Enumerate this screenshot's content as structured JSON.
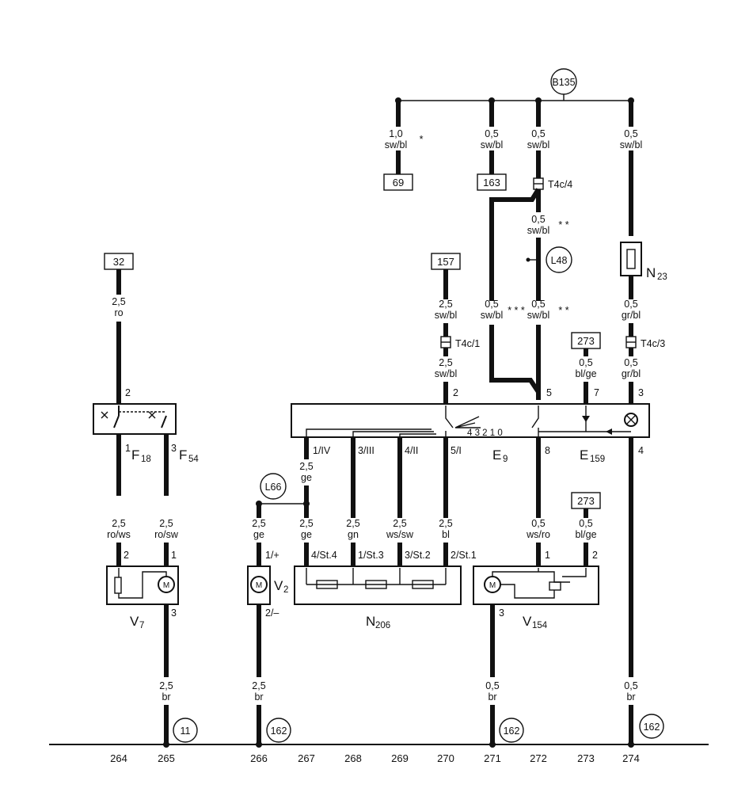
{
  "top_ground": "B135",
  "refs": {
    "r69": "69",
    "r163": "163",
    "r32": "32",
    "r157": "157",
    "r273a": "273",
    "r273b": "273"
  },
  "wires": {
    "w500a": "1,0",
    "w500b": "sw/bl",
    "w500star": "*",
    "w620a": "0,5",
    "w620b": "sw/bl",
    "w680a": "0,5",
    "w680b": "sw/bl",
    "w797a": "0,5",
    "w797b": "sw/bl",
    "wmida": "0,5",
    "wmidb": "sw/bl",
    "wmidstar": "* *",
    "wl1a": "0,5",
    "wl1b": "sw/bl",
    "wl1star": "* * *",
    "wr1a": "0,5",
    "wr1b": "sw/bl",
    "wr1star": "* *",
    "w150a": "2,5",
    "w150b": "ro",
    "w563a": "2,5",
    "w563b": "sw/bl",
    "w563ca": "2,5",
    "w563cb": "sw/bl",
    "w740a": "0,5",
    "w740b": "bl/ge",
    "w800a": "0,5",
    "w800b": "gr/bl",
    "w800ca": "0,5",
    "w800cb": "gr/bl",
    "w387a": "2,5",
    "w387b": "ge",
    "lo150a": "2,5",
    "lo150b": "ro/ws",
    "lo210a": "2,5",
    "lo210b": "ro/sw",
    "lo327a": "2,5",
    "lo327b": "ge",
    "lo387a": "2,5",
    "lo387b": "ge",
    "lo446a": "2,5",
    "lo446b": "gn",
    "lo505a": "2,5",
    "lo505b": "ws/sw",
    "lo563a": "2,5",
    "lo563b": "bl",
    "lo680a": "0,5",
    "lo680b": "ws/ro",
    "lo740a": "0,5",
    "lo740b": "bl/ge",
    "gr210a": "2,5",
    "gr210b": "br",
    "gr327a": "2,5",
    "gr327b": "br",
    "gr622a": "0,5",
    "gr622b": "br",
    "gr797a": "0,5",
    "gr797b": "br"
  },
  "connectors": {
    "t4c4": "T4c/4",
    "t4c1": "T4c/1",
    "t4c3": "T4c/3"
  },
  "splices": {
    "l48": "L48",
    "l66": "L66"
  },
  "components": {
    "n23": "N",
    "n23s": "23",
    "f18": "F",
    "f18s": "18",
    "f54": "F",
    "f54s": "54",
    "e9": "E",
    "e9s": "9",
    "e159": "E",
    "e159s": "159",
    "v7": "V",
    "v7s": "7",
    "v2": "V",
    "v2s": "2",
    "n206": "N",
    "n206s": "206",
    "v154": "V",
    "v154s": "154"
  },
  "pins": {
    "f_in": "2",
    "f18_out": "1",
    "f54_out": "3",
    "e9_2": "2",
    "e9_5": "5",
    "e9_7": "7",
    "e9_3": "3",
    "e9_iv": "1/IV",
    "e9_iii": "3/III",
    "e9_ii": "4/II",
    "e9_i": "5/I",
    "e9_8": "8",
    "e9_4": "4",
    "v7_2": "2",
    "v7_1": "1",
    "v7_3": "3",
    "v2_p": "1/+",
    "v2_m": "2/–",
    "n206_4": "4/St.4",
    "n206_1": "1/St.3",
    "n206_3": "3/St.2",
    "n206_2": "2/St.1",
    "v154_1": "1",
    "v154_2": "2",
    "v154_3": "3",
    "switch_scale": "4 3 2 1 0"
  },
  "grounds": {
    "g11": "11",
    "g162a": "162",
    "g162b": "162",
    "g162c": "162"
  },
  "columns": [
    "264",
    "265",
    "266",
    "267",
    "268",
    "269",
    "270",
    "271",
    "272",
    "273",
    "274"
  ]
}
